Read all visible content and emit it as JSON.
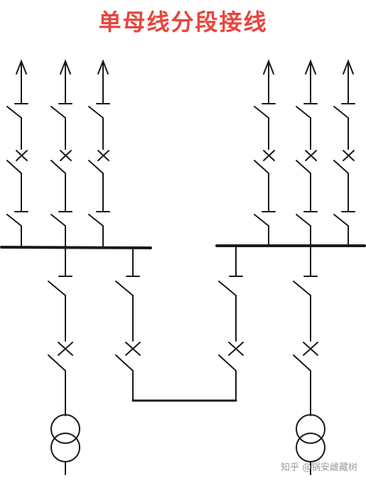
{
  "title": "单母线分段接线",
  "watermark": "知乎 @锅安雌藏树",
  "colors": {
    "title": "#e8453c",
    "line": "#1a1a1a",
    "watermark": "#9a9a9a",
    "background": "#ffffff"
  },
  "diagram": {
    "bus_sections": [
      "left-bus",
      "right-bus"
    ],
    "left_feeders": 3,
    "right_feeders": 3,
    "transformers": 2,
    "tie_sides": [
      "left",
      "right"
    ]
  }
}
